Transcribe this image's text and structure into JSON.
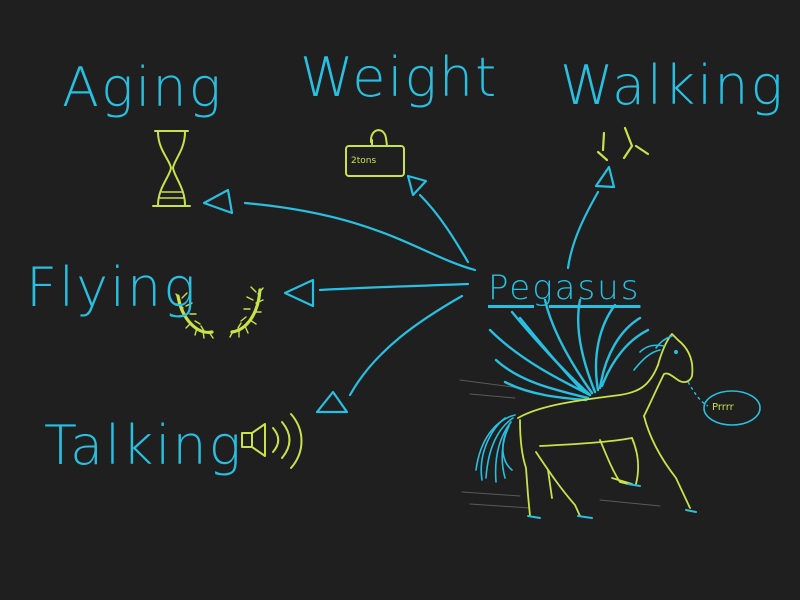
{
  "concepts": {
    "aging": "Aging",
    "weight": "Weight",
    "walking": "Walking",
    "flying": "Flying",
    "talking": "Talking"
  },
  "center": "Pegasus",
  "weight_tag": "2tons",
  "speech_bubble": "Prrrr",
  "colors": {
    "background": "#1f1f1f",
    "text_and_arrows": "#29bfe0",
    "sketch": "#c8e24a"
  },
  "icons": [
    "hourglass-icon",
    "weight-icon",
    "footprint-icon",
    "eyelashes-icon",
    "speaker-icon",
    "pegasus-drawing"
  ]
}
